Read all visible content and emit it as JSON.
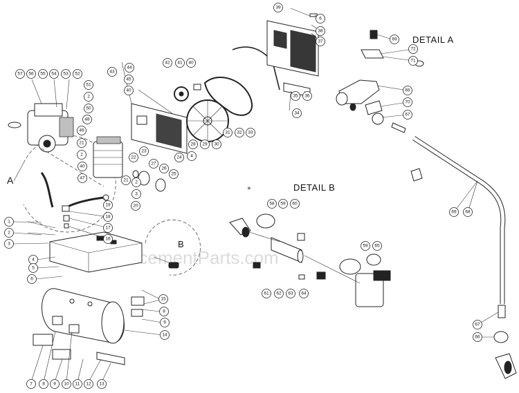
{
  "labels": {
    "detail_a": "DETAIL  A",
    "detail_b": "DETAIL  B",
    "view_a": "A",
    "view_b": "B",
    "plus": "+"
  },
  "watermark": "eReplacementParts.com",
  "colors": {
    "line": "#222222",
    "fill": "#ffffff",
    "shade": "#bfbfbf",
    "watermark": "#c8c8c8"
  },
  "callouts": {
    "1": "1",
    "2": "2",
    "3": "3",
    "4": "4",
    "5": "5",
    "6": "6",
    "7": "7",
    "8": "8",
    "9": "9",
    "10": "10",
    "11": "11",
    "12": "12",
    "13": "13",
    "14": "14",
    "15": "15",
    "16": "16",
    "17": "17",
    "18": "18",
    "19": "19",
    "20": "20",
    "21": "21",
    "22": "22",
    "23": "23",
    "24": "24",
    "25": "25",
    "26": "26",
    "27": "27",
    "28": "28",
    "29": "29",
    "30": "30",
    "31": "31",
    "32": "32",
    "33": "33",
    "34": "34",
    "35": "35",
    "36": "36",
    "37": "37",
    "38": "38",
    "39": "39",
    "40": "40",
    "41": "41",
    "42": "42",
    "43": "43",
    "44": "44",
    "45": "45",
    "47": "47",
    "48": "48",
    "49": "49",
    "50": "50",
    "51": "51",
    "52": "52",
    "53": "53",
    "54": "54",
    "55": "55",
    "56": "56",
    "57": "57",
    "58": "58",
    "59": "59",
    "60": "60",
    "61": "61",
    "62": "62",
    "63": "63",
    "64": "64",
    "65": "65",
    "66": "66",
    "67": "67",
    "68": "68",
    "69": "69",
    "70": "70",
    "71": "71",
    "72": "72"
  }
}
